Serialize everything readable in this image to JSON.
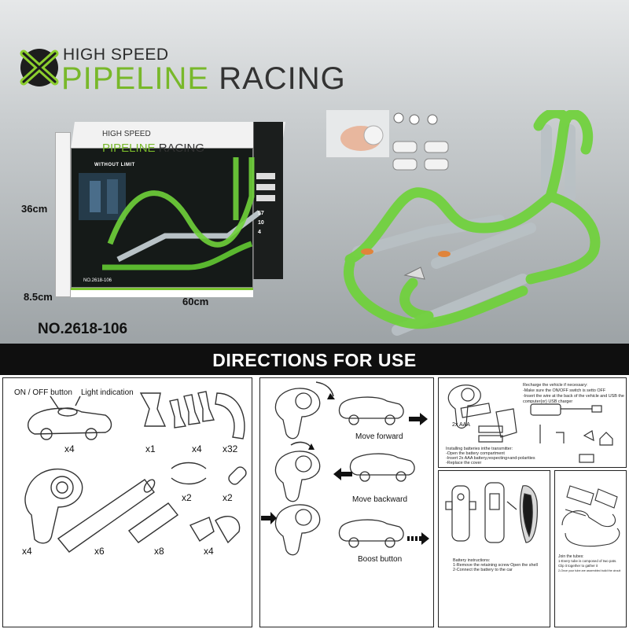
{
  "header": {
    "title_small": "HIGH SPEED",
    "title_word1": "PIPELINE",
    "title_word2": "RACING"
  },
  "box": {
    "title_small": "HIGH SPEED",
    "title_word1": "PIPELINE",
    "title_word2": "RACING",
    "tagline": "WITHOUT LIMIT",
    "model": "NO.2618-106",
    "stats": [
      "57",
      "10",
      "4"
    ]
  },
  "dimensions": {
    "height": "36cm",
    "depth": "8.5cm",
    "width": "60cm"
  },
  "model_no": "NO.2618-106",
  "banner": "DIRECTIONS FOR USE",
  "parts_panel": {
    "on_off_label": "ON / OFF button",
    "light_label": "Light indication",
    "counts": {
      "car": "x4",
      "connector_big": "x1",
      "connector_small": "x4",
      "curve": "x32",
      "clip": "x2",
      "cylinder": "x2",
      "controller": "x4",
      "long_tube": "x6",
      "short_tube": "x8",
      "funnel": "x4"
    }
  },
  "controls_panel": {
    "forward": "Move forward",
    "backward": "Move backward",
    "boost": "Boost button"
  },
  "charge_panel": {
    "lines": [
      "Recharge the vehicle if necessary:",
      "-Make sure the ON/OFF switch is setto OFF",
      "-Insert the wire at the back of the vehicle and USB the",
      "computer(or) USB charger"
    ],
    "battery_label": "2x AAA",
    "battery_lines": [
      "Installing batteries inthe transmitter:",
      "-Open the battery compartment",
      "-Insert 2x AAA battery,respecting+and-polarities",
      "-Replace the cover"
    ]
  },
  "battery_panel": {
    "lines": [
      "Battery instructions:",
      "1-Remove the retaining screw Open the shell",
      "2-Connect the battery to the car"
    ]
  },
  "tubes_panel": {
    "lines": [
      "Join the tubes:",
      "1-Every tube is composed of two pats.",
      "  Clip it together to gather it",
      "2-Once your tube are assembled build the circuit"
    ]
  },
  "colors": {
    "accent_green": "#78b82a",
    "track_green": "#7ed957",
    "banner": "#0f0f0f"
  }
}
